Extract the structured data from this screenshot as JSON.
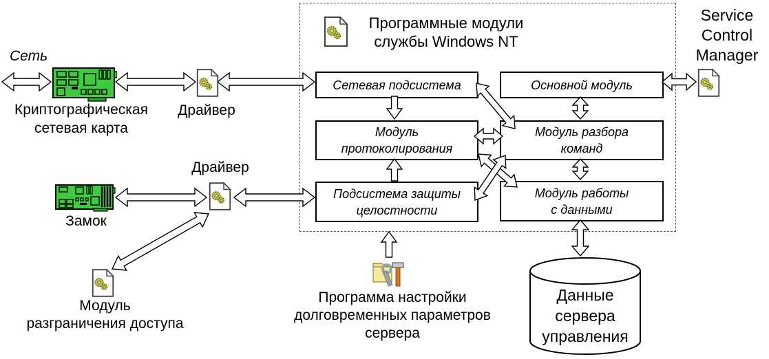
{
  "group": {
    "title": "Программные модули\nслужбы Windows NT"
  },
  "modules": {
    "network_subsystem": "Сетевая подсистема",
    "main_module": "Основной модуль",
    "logging_module": "Модуль\nпротоколирования",
    "command_parser": "Модуль разбора\nкоманд",
    "integrity_subsystem": "Подсистема защиты\nцелостности",
    "data_module": "Модуль работы\nс данными"
  },
  "labels": {
    "network": "Сеть",
    "crypto_card": "Криптографическая\nсетевая карта",
    "driver_top": "Драйвер",
    "driver_bottom": "Драйвер",
    "lock_card": "Замок",
    "access_module": "Модуль\nразграничения доступа",
    "config_tool": "Программа настройки\nдолговременных параметров\nсервера",
    "scm": "Service\nControl\nManager",
    "database": "Данные\nсервера\nуправления"
  },
  "icons": {
    "driver_file": "document-with-gears",
    "settings_tool": "folder-with-tools",
    "network_card": "green-network-card",
    "lock_card": "green-lock-card",
    "database": "cylinder"
  },
  "colors": {
    "card_green": "#3ecc3e",
    "gear_olive": "#b9b93a",
    "folder_yellow": "#f0ec9c",
    "hammer_orange": "#e07818",
    "outline": "#000000"
  }
}
